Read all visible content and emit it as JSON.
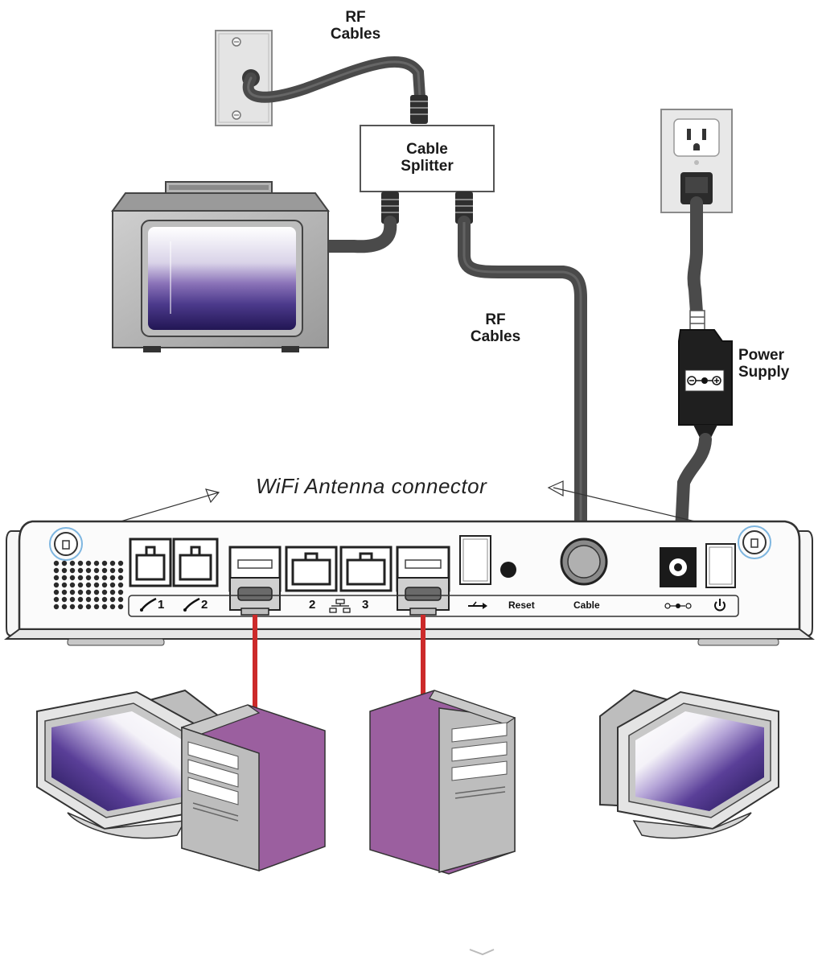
{
  "labels": {
    "rf_cables_top": [
      "RF",
      "Cables"
    ],
    "rf_cables_mid": [
      "RF",
      "Cables"
    ],
    "power_supply": [
      "Power",
      "Supply"
    ],
    "cable_splitter": [
      "Cable",
      "Splitter"
    ],
    "wifi_antenna": "WiFi Antenna connector"
  },
  "ports": {
    "line1": "1",
    "line2": "2",
    "eth2": "2",
    "eth3": "3",
    "reset": "Reset",
    "cable": "Cable"
  },
  "colors": {
    "cable": "#4a4a4a",
    "ethernet_cable": "#cc2a2a",
    "tower": "#9b5f9f",
    "screen_dark": "#2b1a5e",
    "screen_mid": "#6b4fa0"
  }
}
